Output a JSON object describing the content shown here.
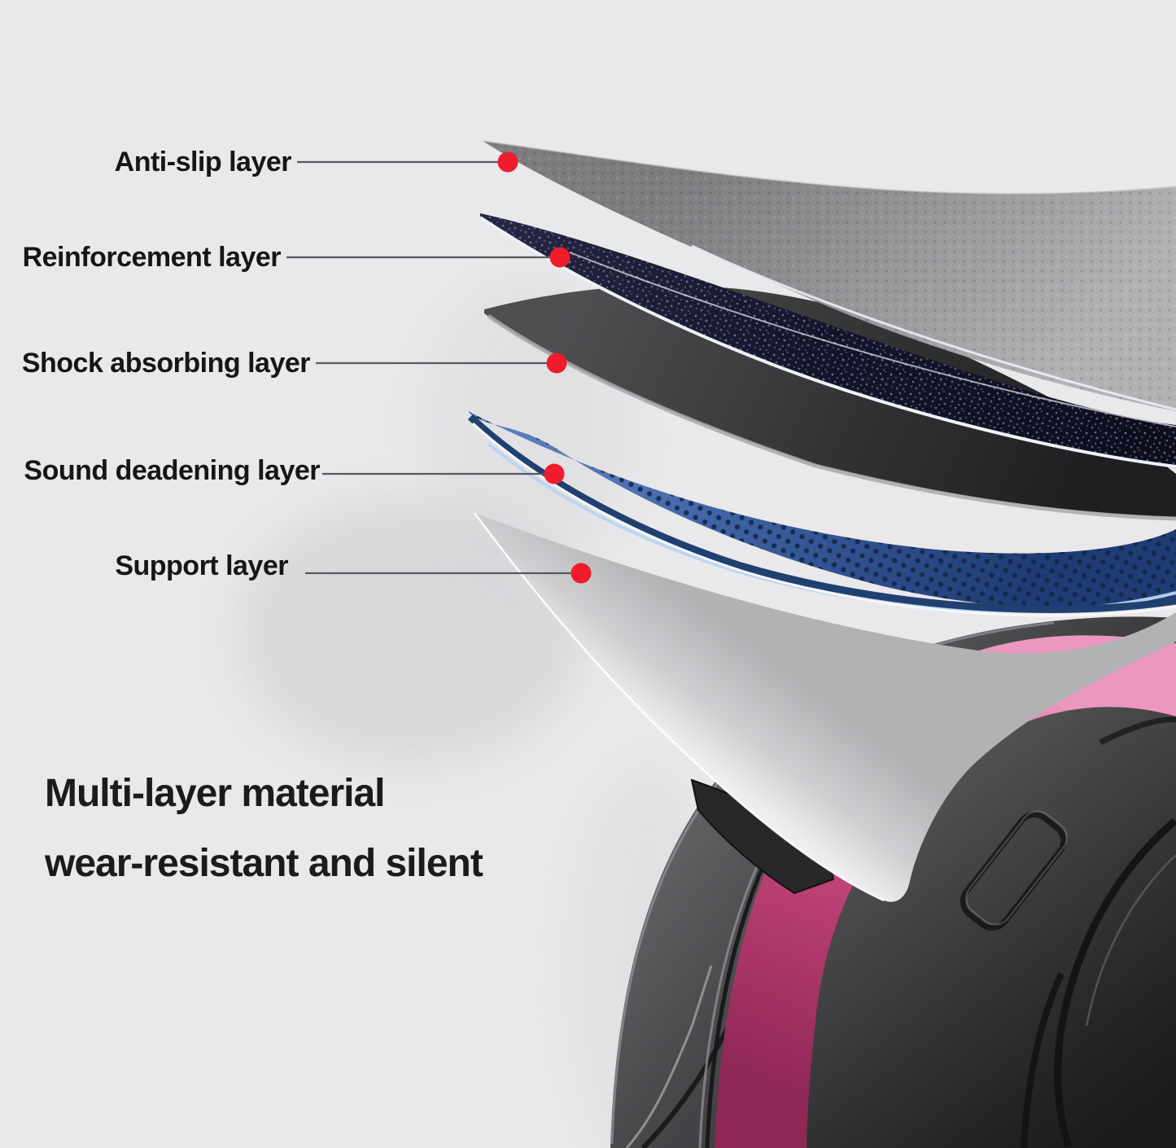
{
  "callouts": [
    {
      "label": "Anti-slip layer"
    },
    {
      "label": "Reinforcement layer"
    },
    {
      "label": "Shock absorbing layer"
    },
    {
      "label": "Sound deadening layer"
    },
    {
      "label": "Support layer"
    }
  ],
  "title": {
    "line1": "Multi-layer material",
    "line2": "wear-resistant and silent"
  },
  "colors": {
    "background": "#e9e9eb",
    "callout_dot_red": "#ee1c2d",
    "callout_line": "#58585c",
    "label_text": "#161616",
    "anti_slip_gray": "#8e8e90",
    "reinforcement_navy": "#17172c",
    "shock_absorbing_charcoal": "#39393b",
    "sound_deadening_blue": "#3a5c9e",
    "support_white": "#f4f4f6",
    "wheel_tire_dark": "#3a3a3c",
    "wheel_rim_pink": "#c24579"
  }
}
